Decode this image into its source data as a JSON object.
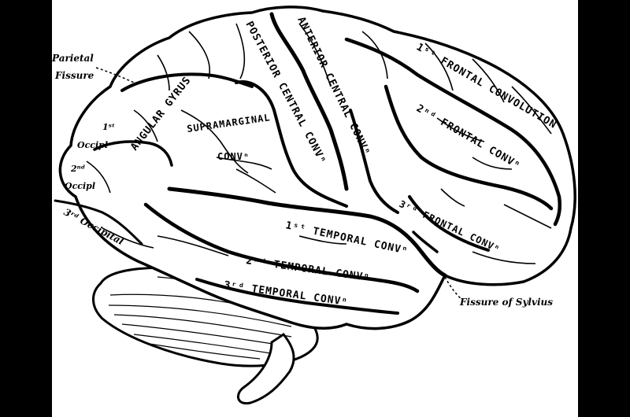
{
  "colors": {
    "background": "#000000",
    "panel": "#ffffff",
    "ink": "#000000"
  },
  "labels": {
    "parietal_fissure_1": "Parietal",
    "parietal_fissure_2": "Fissure",
    "angular_gyrus": "ANGULAR GYRUS",
    "supramarginal": "SUPRAMARGINAL",
    "supramarginal_conv": "CONVⁿ",
    "posterior_central": "POSTERIOR CENTRAL CONVⁿ",
    "anterior_central": "ANTERIOR CENTRAL CONVⁿ",
    "frontal_1": "1ˢᵗ FRONTAL CONVOLUTION",
    "frontal_2": "2ⁿᵈ FRONTAL CONVⁿ",
    "frontal_3": "3ʳᵈ FRONTAL CONVⁿ",
    "temporal_1": "1ˢᵗ TEMPORAL CONVⁿ",
    "temporal_2": "2ⁿᵈ TEMPORAL CONVⁿ",
    "temporal_3": "3ʳᵈ TEMPORAL CONVⁿ",
    "occipital_1a": "1ˢᵗ",
    "occipital_1b": "Occipl",
    "occipital_2a": "2ⁿᵈ",
    "occipital_2b": "Occipl",
    "occipital_3": "3ʳᵈ Occipital",
    "fissure_sylvius": "Fissure of Sylvius"
  }
}
